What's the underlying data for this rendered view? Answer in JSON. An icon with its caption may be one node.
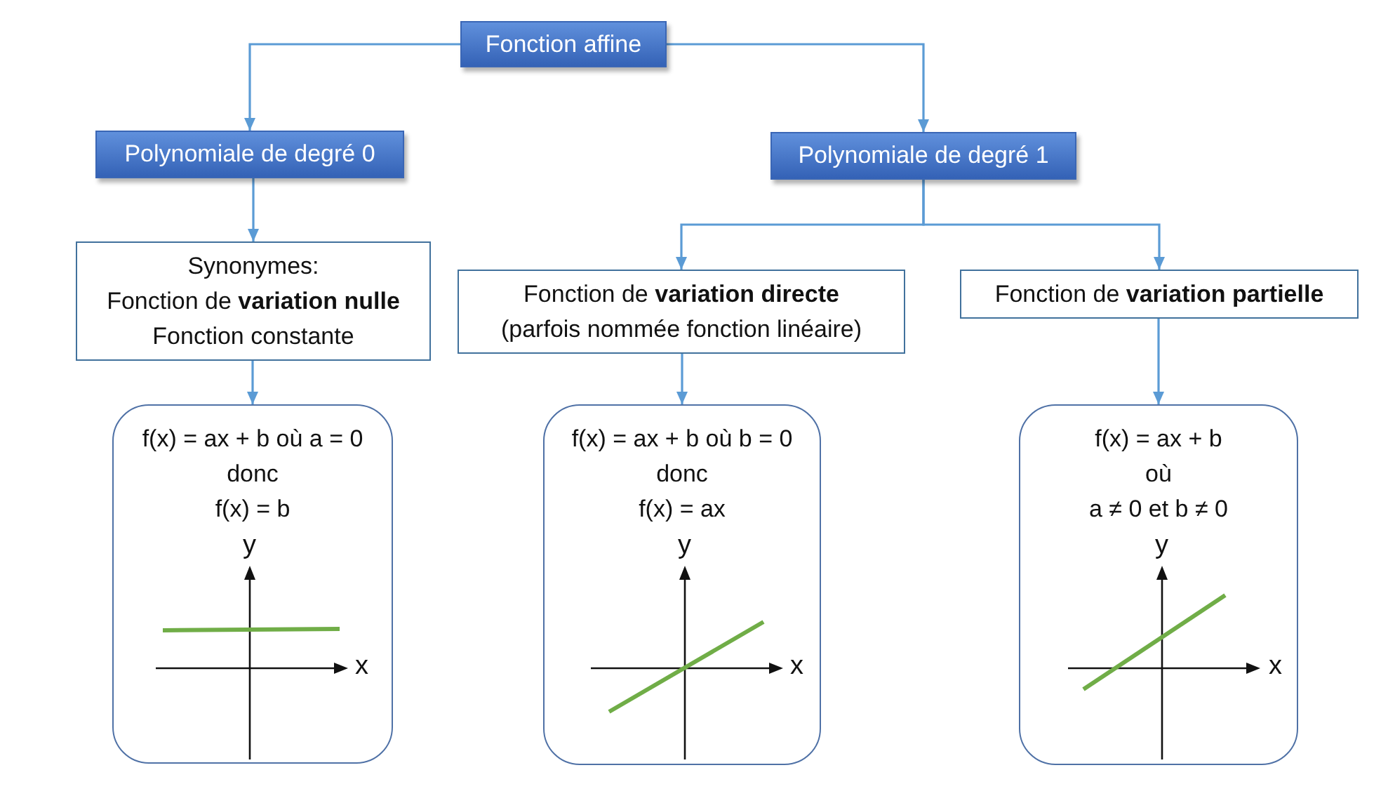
{
  "diagram": {
    "nodes": [
      {
        "text": [
          "Fonction affine"
        ]
      },
      {
        "text": [
          "Polynomiale de degré 0"
        ]
      },
      {
        "text": [
          "Polynomiale de degré 1"
        ]
      },
      {
        "text": [
          "Synonymes:",
          "Fonction de **variation nulle**",
          "Fonction constante"
        ]
      },
      {
        "text": [
          "Fonction de **variation directe**",
          "(parfois nommée fonction linéaire)"
        ]
      },
      {
        "text": [
          "Fonction de **variation partielle**"
        ]
      },
      {
        "text": [
          "f(x) = ax + b où a = 0",
          "donc",
          "f(x) = b"
        ]
      },
      {
        "text": [
          "f(x) = ax + b où b = 0",
          "donc",
          "f(x) = ax"
        ]
      },
      {
        "text": [
          "f(x) = ax + b",
          "où",
          "a ≠ 0 et b ≠ 0"
        ]
      }
    ],
    "edges": [
      {
        "from": 0,
        "to": 1,
        "arrow": "to"
      },
      {
        "from": 0,
        "to": 2,
        "arrow": "to"
      },
      {
        "from": 1,
        "to": 3,
        "arrow": "to"
      },
      {
        "from": 2,
        "to": 4,
        "arrow": "to"
      },
      {
        "from": 2,
        "to": 5,
        "arrow": "to"
      },
      {
        "from": 3,
        "to": 6,
        "arrow": "to"
      },
      {
        "from": 4,
        "to": 7,
        "arrow": "to"
      },
      {
        "from": 5,
        "to": 8,
        "arrow": "to"
      }
    ],
    "labels": [
      "y",
      "x",
      "y",
      "x",
      "y",
      "x"
    ]
  }
}
